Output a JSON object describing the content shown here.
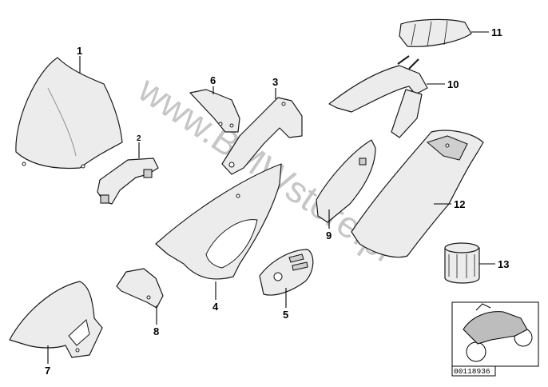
{
  "watermark": "www.BMWstore.pl",
  "diagram_code": "00118936",
  "callouts": [
    {
      "id": "1",
      "label": "1"
    },
    {
      "id": "2",
      "label": "2"
    },
    {
      "id": "3",
      "label": "3"
    },
    {
      "id": "4",
      "label": "4"
    },
    {
      "id": "5",
      "label": "5"
    },
    {
      "id": "6",
      "label": "6"
    },
    {
      "id": "7",
      "label": "7"
    },
    {
      "id": "8",
      "label": "8"
    },
    {
      "id": "9",
      "label": "9"
    },
    {
      "id": "10",
      "label": "10"
    },
    {
      "id": "11",
      "label": "11"
    },
    {
      "id": "12",
      "label": "12"
    },
    {
      "id": "13",
      "label": "13"
    }
  ]
}
